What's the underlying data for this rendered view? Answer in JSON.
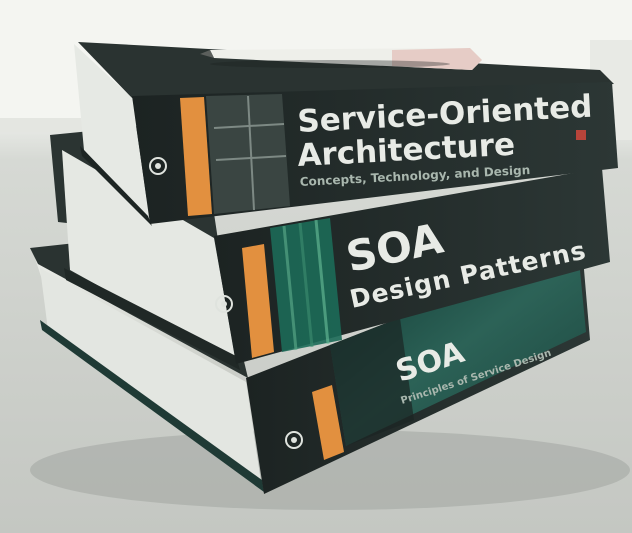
{
  "photo": {
    "subject": "Stack of three SOA books with a pen on top",
    "books": [
      {
        "title_line1": "Service-Oriented",
        "title_line2": "Architecture",
        "subtitle": "Concepts, Technology, and Design",
        "spine_color": "#26302f",
        "accent_color": "#e2903f"
      },
      {
        "title_line1": "SOA",
        "title_line2": "Design Patterns",
        "spine_color": "#27332f",
        "accent_color": "#e2903f"
      },
      {
        "title_line1": "SOA",
        "subtitle": "Principles of Service Design",
        "spine_color": "#26312f",
        "accent_color": "#e2903f"
      }
    ],
    "colors": {
      "window_light": "#f3f4ef",
      "table": "#cfd1cd",
      "pages": "#e9ece7",
      "shadow": "#8f938e"
    }
  }
}
